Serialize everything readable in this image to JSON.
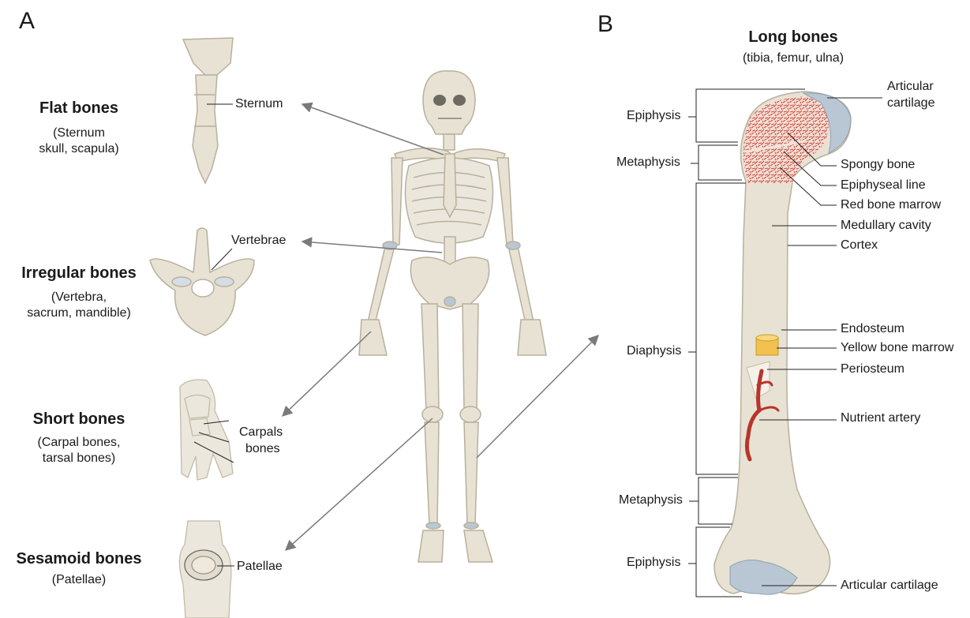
{
  "panel_a": {
    "letter": "A",
    "categories": [
      {
        "title": "Flat bones",
        "sub1": "(Sternum",
        "sub2": "skull, scapula)",
        "callout": "Sternum"
      },
      {
        "title": "Irregular bones",
        "sub1": "(Vertebra,",
        "sub2": "sacrum, mandible)",
        "callout": "Vertebrae"
      },
      {
        "title": "Short bones",
        "sub1": "(Carpal bones,",
        "sub2": "tarsal bones)",
        "callout1": "Carpals",
        "callout2": "bones"
      },
      {
        "title": "Sesamoid bones",
        "sub1": "(Patellae)",
        "callout": "Patellae"
      }
    ]
  },
  "panel_b": {
    "letter": "B",
    "title": "Long bones",
    "subtitle": "(tibia, femur, ulna)",
    "left_labels": [
      "Epiphysis",
      "Metaphysis",
      "Diaphysis",
      "Metaphysis",
      "Epiphysis"
    ],
    "right_labels": {
      "articular_top_1": "Articular",
      "articular_top_2": "cartilage",
      "spongy": "Spongy bone",
      "epiphyseal_line": "Epiphyseal line",
      "red_marrow": "Red bone marrow",
      "medullary": "Medullary cavity",
      "cortex": "Cortex",
      "endosteum": "Endosteum",
      "yellow_marrow": "Yellow bone marrow",
      "periosteum": "Periosteum",
      "nutrient_artery": "Nutrient artery",
      "articular_bottom": "Articular cartilage"
    }
  },
  "colors": {
    "bone_fill": "#e8e2d4",
    "bone_stroke": "#b8b09c",
    "cartilage": "#b9c7d4",
    "spongy": "#c44a3c",
    "artery": "#b8352a",
    "yellow_marrow": "#f2c14e",
    "arrow": "#7a7a7a"
  }
}
